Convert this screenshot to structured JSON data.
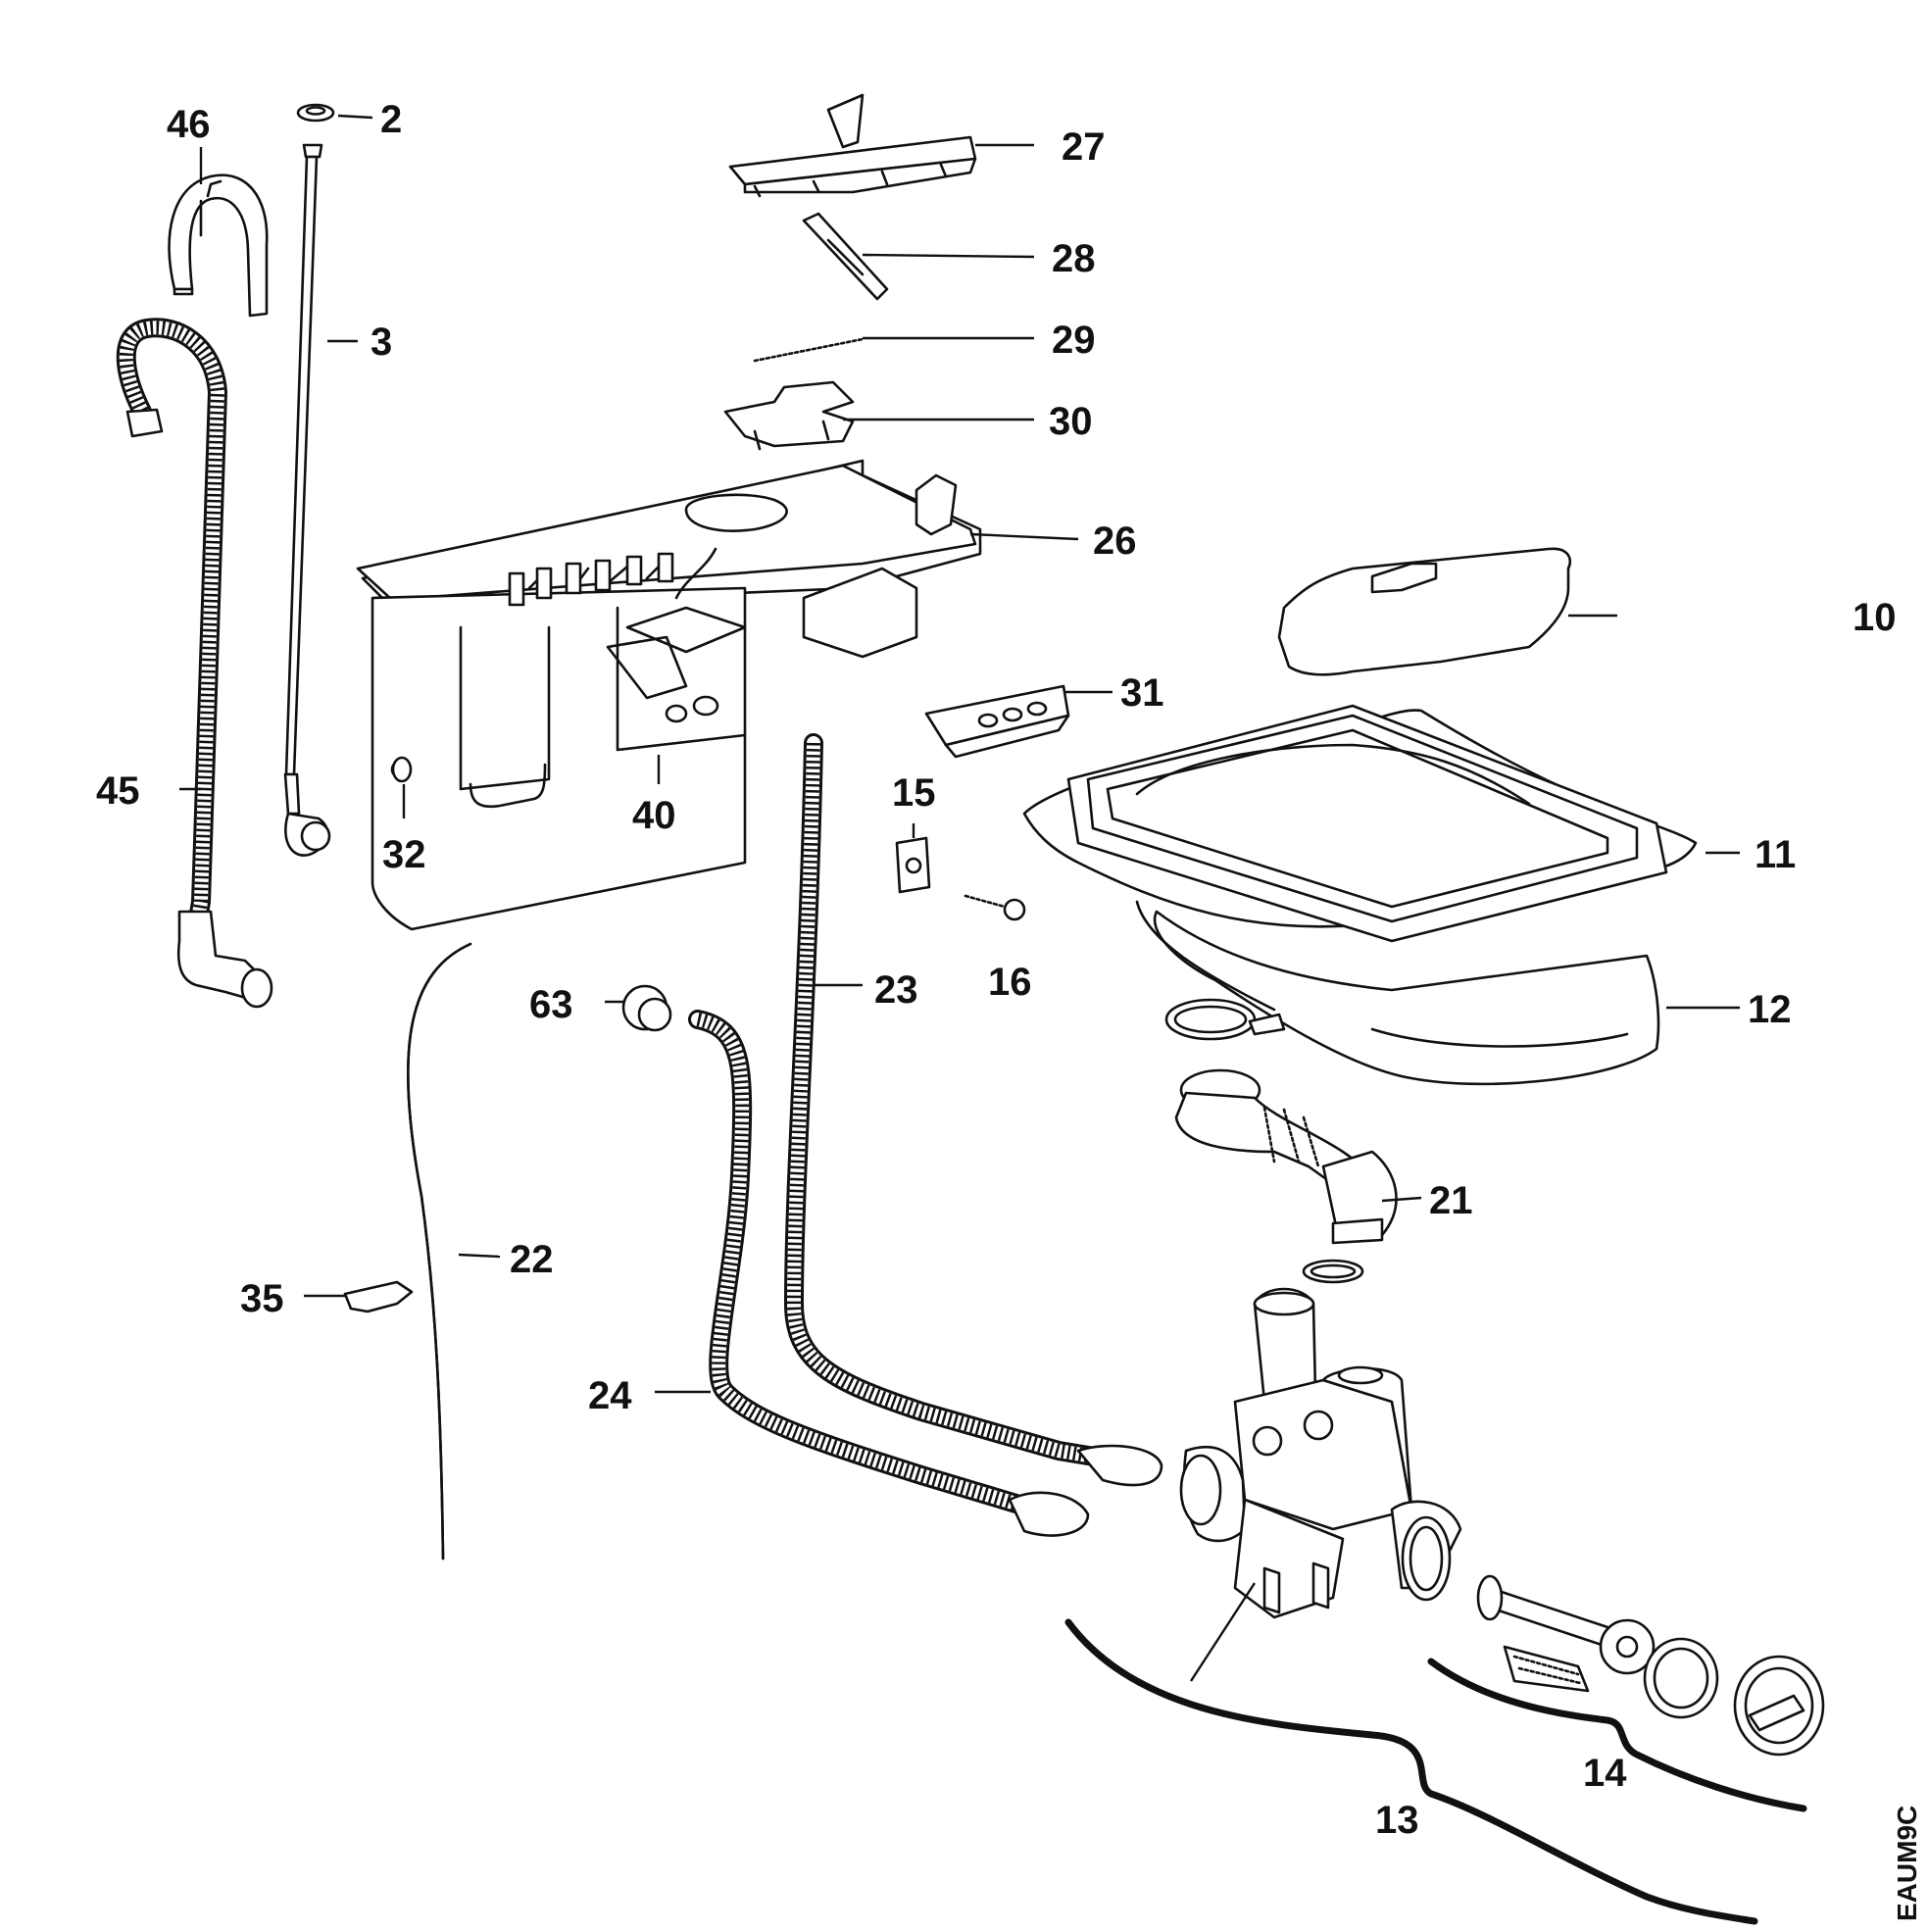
{
  "callouts": {
    "c2": "2",
    "c3": "3",
    "c10": "10",
    "c11": "11",
    "c12": "12",
    "c13": "13",
    "c14": "14",
    "c15": "15",
    "c16": "16",
    "c21": "21",
    "c22": "22",
    "c23": "23",
    "c24": "24",
    "c26": "26",
    "c27": "27",
    "c28": "28",
    "c29": "29",
    "c30": "30",
    "c31": "31",
    "c32": "32",
    "c35": "35",
    "c40": "40",
    "c45": "45",
    "c46": "46",
    "c63": "63"
  },
  "diagram_code": "EAUM9C"
}
